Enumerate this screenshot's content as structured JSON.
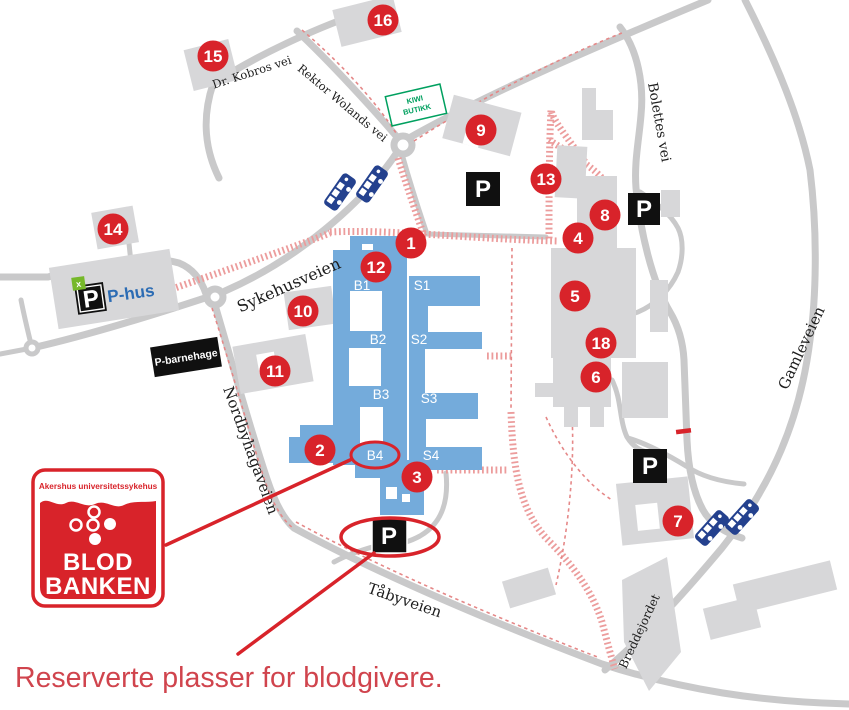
{
  "colors": {
    "marker_red": "#d8232a",
    "building_blue": "#74abdb",
    "building_gray": "#d7d7d9",
    "road_gray": "#c9c9ca",
    "bus_navy": "#24418e",
    "kiwi_green": "#00a05f",
    "phus_blue": "#2c6cb4",
    "path_red": "#ec9c9c",
    "caption_red": "#d0444d"
  },
  "caption": "Reserverte plasser for blodgivere.",
  "logo": {
    "org": "Akershus universitetssykehus",
    "line1": "BLOD",
    "line2": "BANKEN"
  },
  "roads": {
    "dr_kobros": "Dr. Kobros vei",
    "rektor_wolands": "Rektor Wolands vei",
    "sykehusveien": "Sykehusveien",
    "bolettes": "Bolettes vei",
    "gamleveien": "Gamleveien",
    "nordbyhagaveien": "Nordbyhagaveien",
    "tabyveien": "Tåbyveien"
  },
  "areas": {
    "breddejordet": "Breddejordet"
  },
  "store": {
    "kiwi_line1": "KIWI",
    "kiwi_line2": "BUTIKK"
  },
  "parking": {
    "p": "P",
    "p_hus": "P-hus",
    "p_hus_badge": "x",
    "p_barnehage": "P-barnehage"
  },
  "buildings": {
    "b1": "B1",
    "b2": "B2",
    "b3": "B3",
    "b4": "B4",
    "s1": "S1",
    "s2": "S2",
    "s3": "S3",
    "s4": "S4"
  },
  "markers": {
    "m1": "1",
    "m2": "2",
    "m3": "3",
    "m4": "4",
    "m5": "5",
    "m6": "6",
    "m7": "7",
    "m8": "8",
    "m9": "9",
    "m10": "10",
    "m11": "11",
    "m12": "12",
    "m13": "13",
    "m14": "14",
    "m15": "15",
    "m16": "16",
    "m18": "18"
  }
}
